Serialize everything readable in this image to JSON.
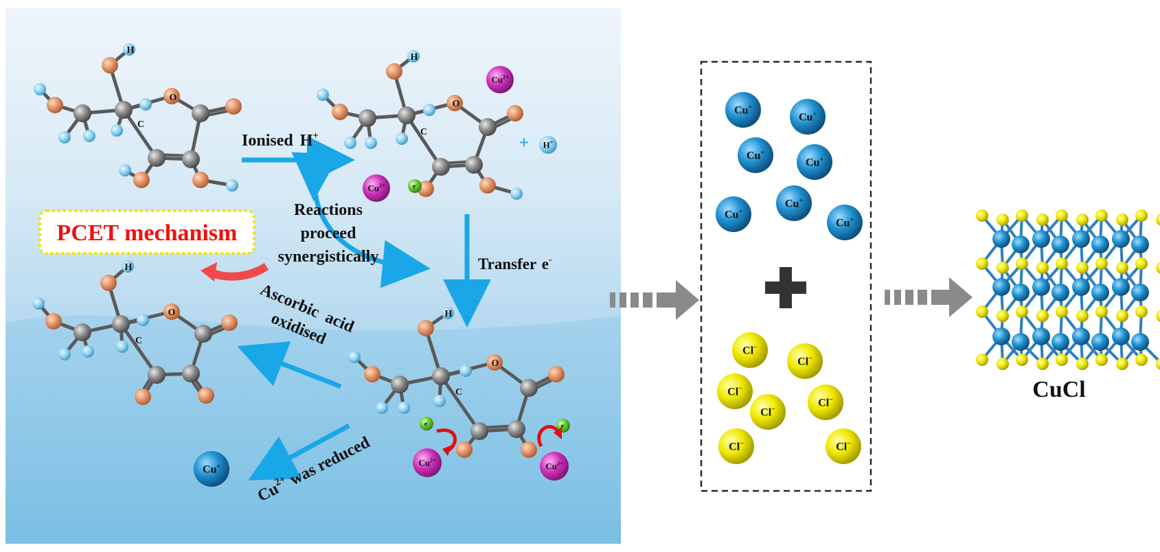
{
  "labels": {
    "ionised_prefix": "Ionised",
    "ionised_ion": "H",
    "ionised_sup": "+",
    "reactions_line1": "Reactions",
    "reactions_line2": "proceed",
    "reactions_line3": "synergistically",
    "pcet": "PCET mechanism",
    "transfer": "Transfer",
    "transfer_e": "e",
    "transfer_sup": "-",
    "ascorbic_line1": "Ascorbic",
    "ascorbic_line2": "acid",
    "ascorbic_line3": "oxidised",
    "cu_reduced_prefix": "Cu",
    "cu_reduced_sup": "2+",
    "cu_reduced_suffix": " was reduced",
    "product": "CuCl"
  },
  "atoms": {
    "carbon": "C",
    "oxygen": "O",
    "hydrogen": "H",
    "cu2": "Cu",
    "cu2_sup": "2+",
    "cu1": "Cu",
    "cu1_sup": "+",
    "cl": "Cl",
    "cl_sup": "−",
    "electron": "e",
    "electron_sup": "-",
    "h_plus": "H",
    "h_plus_sup": "+",
    "plus_sign": "+"
  },
  "colors": {
    "background_top": "#e6f1f9",
    "background_bottom": "#6cb8e0",
    "arrow_blue": "#1aa7e8",
    "pcet_text": "#ee1111",
    "pcet_border": "#f2e600",
    "pcet_arrow": "#ef4a4a",
    "cu2_sphere": "#cc33bb",
    "cu1_sphere": "#1f7fbf",
    "cl_sphere": "#f0e800",
    "electron_sphere": "#66cc33",
    "oxygen_sphere": "#e2956a",
    "carbon_sphere": "#8c8c8c",
    "hydrogen_sphere": "#8fd0ee",
    "grey_arrow": "#8a8a8a",
    "dark_plus": "#333333",
    "curved_arrow": "#dd1111"
  }
}
